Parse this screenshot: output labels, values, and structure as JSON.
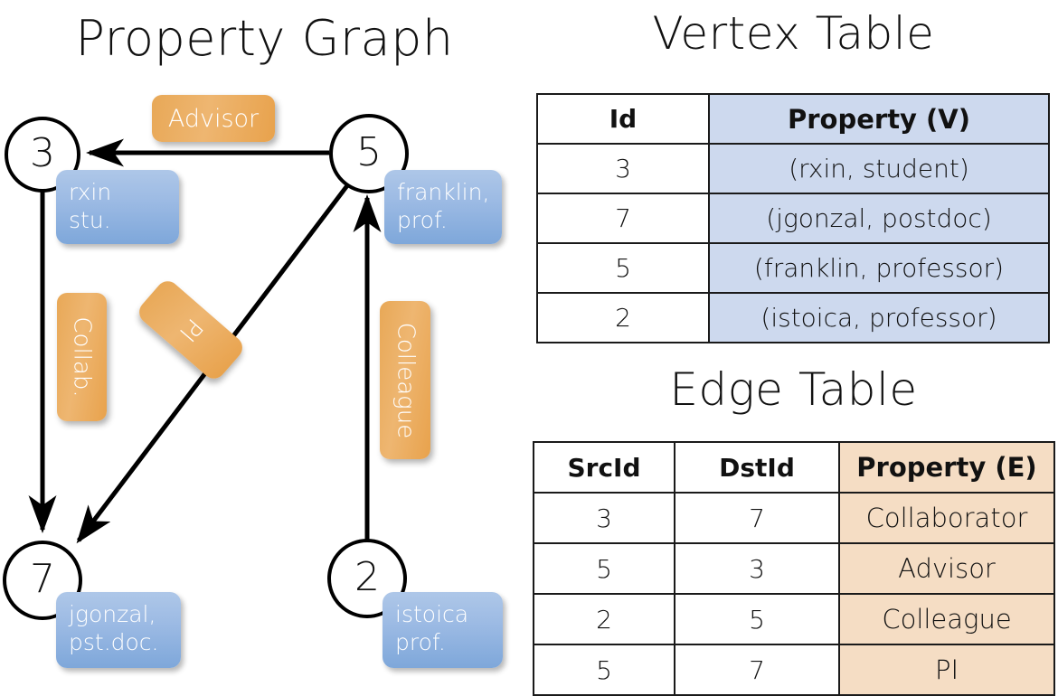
{
  "titles": {
    "property_graph": "Property Graph",
    "vertex_table": "Vertex Table",
    "edge_table": "Edge Table"
  },
  "colors": {
    "vertex_property_fill": "#cdd9ee",
    "edge_property_fill": "#f5ddc4",
    "vertex_callout_blue": "#9dbbe4",
    "edge_callout_orange": "#e8a857",
    "node_stroke": "#000000",
    "background": "#ffffff"
  },
  "graph": {
    "nodes": [
      {
        "id": "3",
        "property_line1": "rxin",
        "property_line2": "stu."
      },
      {
        "id": "5",
        "property_line1": "franklin,",
        "property_line2": "prof."
      },
      {
        "id": "7",
        "property_line1": "jgonzal,",
        "property_line2": "pst.doc."
      },
      {
        "id": "2",
        "property_line1": "istoica",
        "property_line2": "prof."
      }
    ],
    "edge_labels": [
      {
        "key": "advisor",
        "text": "Advisor",
        "orientation": "horizontal"
      },
      {
        "key": "collab",
        "text": "Collab.",
        "orientation": "vertical"
      },
      {
        "key": "pi",
        "text": "PI",
        "orientation": "diagonal"
      },
      {
        "key": "colleague",
        "text": "Colleague",
        "orientation": "vertical"
      }
    ],
    "edges": [
      {
        "src": "5",
        "dst": "3",
        "label": "Advisor"
      },
      {
        "src": "3",
        "dst": "7",
        "label": "Collab."
      },
      {
        "src": "5",
        "dst": "7",
        "label": "PI"
      },
      {
        "src": "2",
        "dst": "5",
        "label": "Colleague"
      }
    ]
  },
  "vertex_table": {
    "headers": [
      "Id",
      "Property (V)"
    ],
    "rows": [
      {
        "id": "3",
        "property": "(rxin, student)"
      },
      {
        "id": "7",
        "property": "(jgonzal, postdoc)"
      },
      {
        "id": "5",
        "property": "(franklin, professor)"
      },
      {
        "id": "2",
        "property": "(istoica, professor)"
      }
    ]
  },
  "edge_table": {
    "headers": [
      "SrcId",
      "DstId",
      "Property (E)"
    ],
    "rows": [
      {
        "src": "3",
        "dst": "7",
        "property": "Collaborator"
      },
      {
        "src": "5",
        "dst": "3",
        "property": "Advisor"
      },
      {
        "src": "2",
        "dst": "5",
        "property": "Colleague"
      },
      {
        "src": "5",
        "dst": "7",
        "property": "PI"
      }
    ]
  }
}
